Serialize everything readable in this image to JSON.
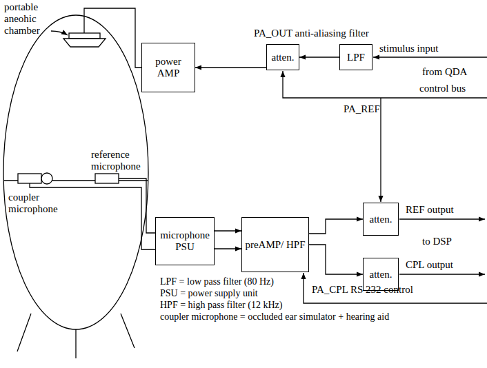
{
  "diagram": {
    "nodes": [
      {
        "text": [
          "power AMP"
        ]
      },
      {
        "text": [
          "atten."
        ]
      },
      {
        "text": [
          "LPF"
        ]
      },
      {
        "text": [
          "microphone PSU"
        ]
      },
      {
        "text": [
          "preAMP/ HPF"
        ]
      },
      {
        "text": [
          "atten."
        ]
      },
      {
        "text": [
          "atten."
        ]
      }
    ],
    "edges": [
      {
        "from": 2,
        "to": 1,
        "arrow": "to"
      },
      {
        "from": 1,
        "to": 0,
        "arrow": "to"
      },
      {
        "from": 3,
        "to": 4,
        "arrow": "to"
      },
      {
        "from": 3,
        "to": 4,
        "arrow": "to"
      },
      {
        "from": 4,
        "to": 5,
        "arrow": "to"
      },
      {
        "from": 4,
        "to": 6,
        "arrow": "to"
      }
    ],
    "labels": [
      "portable aneohic chamber",
      "PA_OUT anti-aliasing filter",
      "stimulus input",
      "from QDA",
      "control bus",
      "reference microphone",
      "coupler microphone",
      "PA_REF",
      "REF output",
      "to DSP",
      "CPL output",
      "PA_CPL RS 232 control",
      "LPF = low pass filter (80 Hz)",
      "PSU = power supply unit",
      "HPF = high pass filter (12 kHz)",
      "coupler microphone = occluded ear simulator + hearing aid"
    ]
  }
}
